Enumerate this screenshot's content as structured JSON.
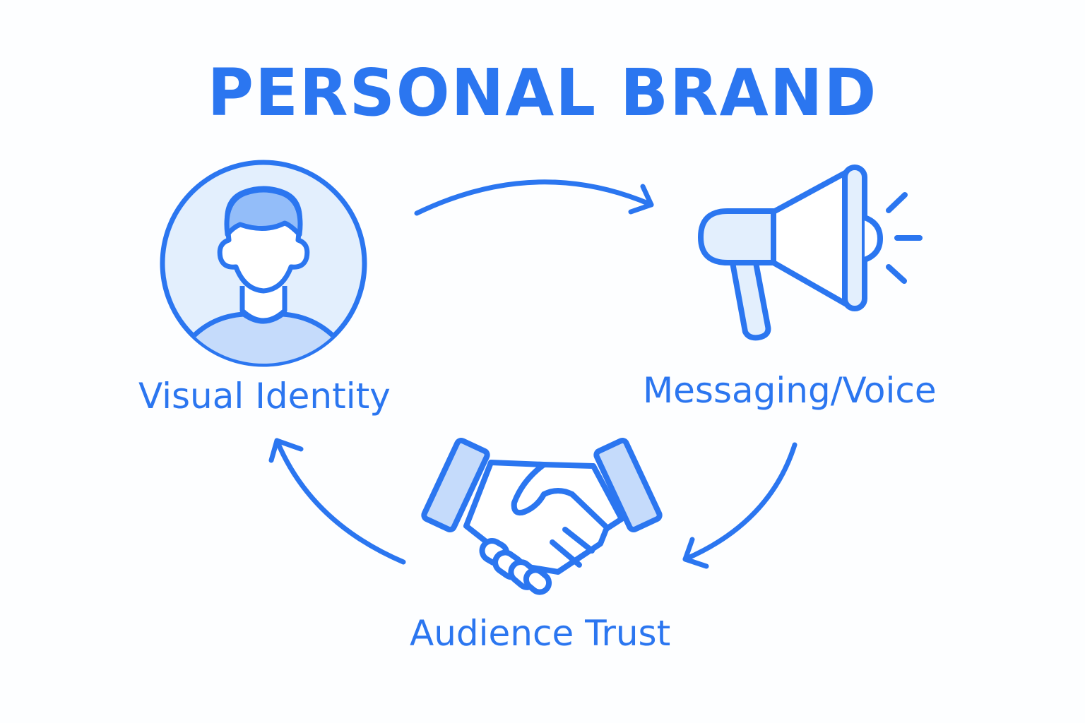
{
  "title": "PERSONAL BRAND",
  "colors": {
    "accent": "#2b76f0",
    "fill_light": "#e3effd",
    "fill_mid": "#93bdf9",
    "fill_soft": "#c5dbfb",
    "background": "#fdfeff"
  },
  "nodes": [
    {
      "id": "visual-identity",
      "label": "Visual Identity",
      "icon": "person-avatar-icon"
    },
    {
      "id": "messaging-voice",
      "label": "Messaging/Voice",
      "icon": "megaphone-icon"
    },
    {
      "id": "audience-trust",
      "label": "Audience Trust",
      "icon": "handshake-icon"
    }
  ],
  "edges": [
    {
      "from": "visual-identity",
      "to": "messaging-voice"
    },
    {
      "from": "messaging-voice",
      "to": "audience-trust"
    },
    {
      "from": "audience-trust",
      "to": "visual-identity"
    }
  ]
}
